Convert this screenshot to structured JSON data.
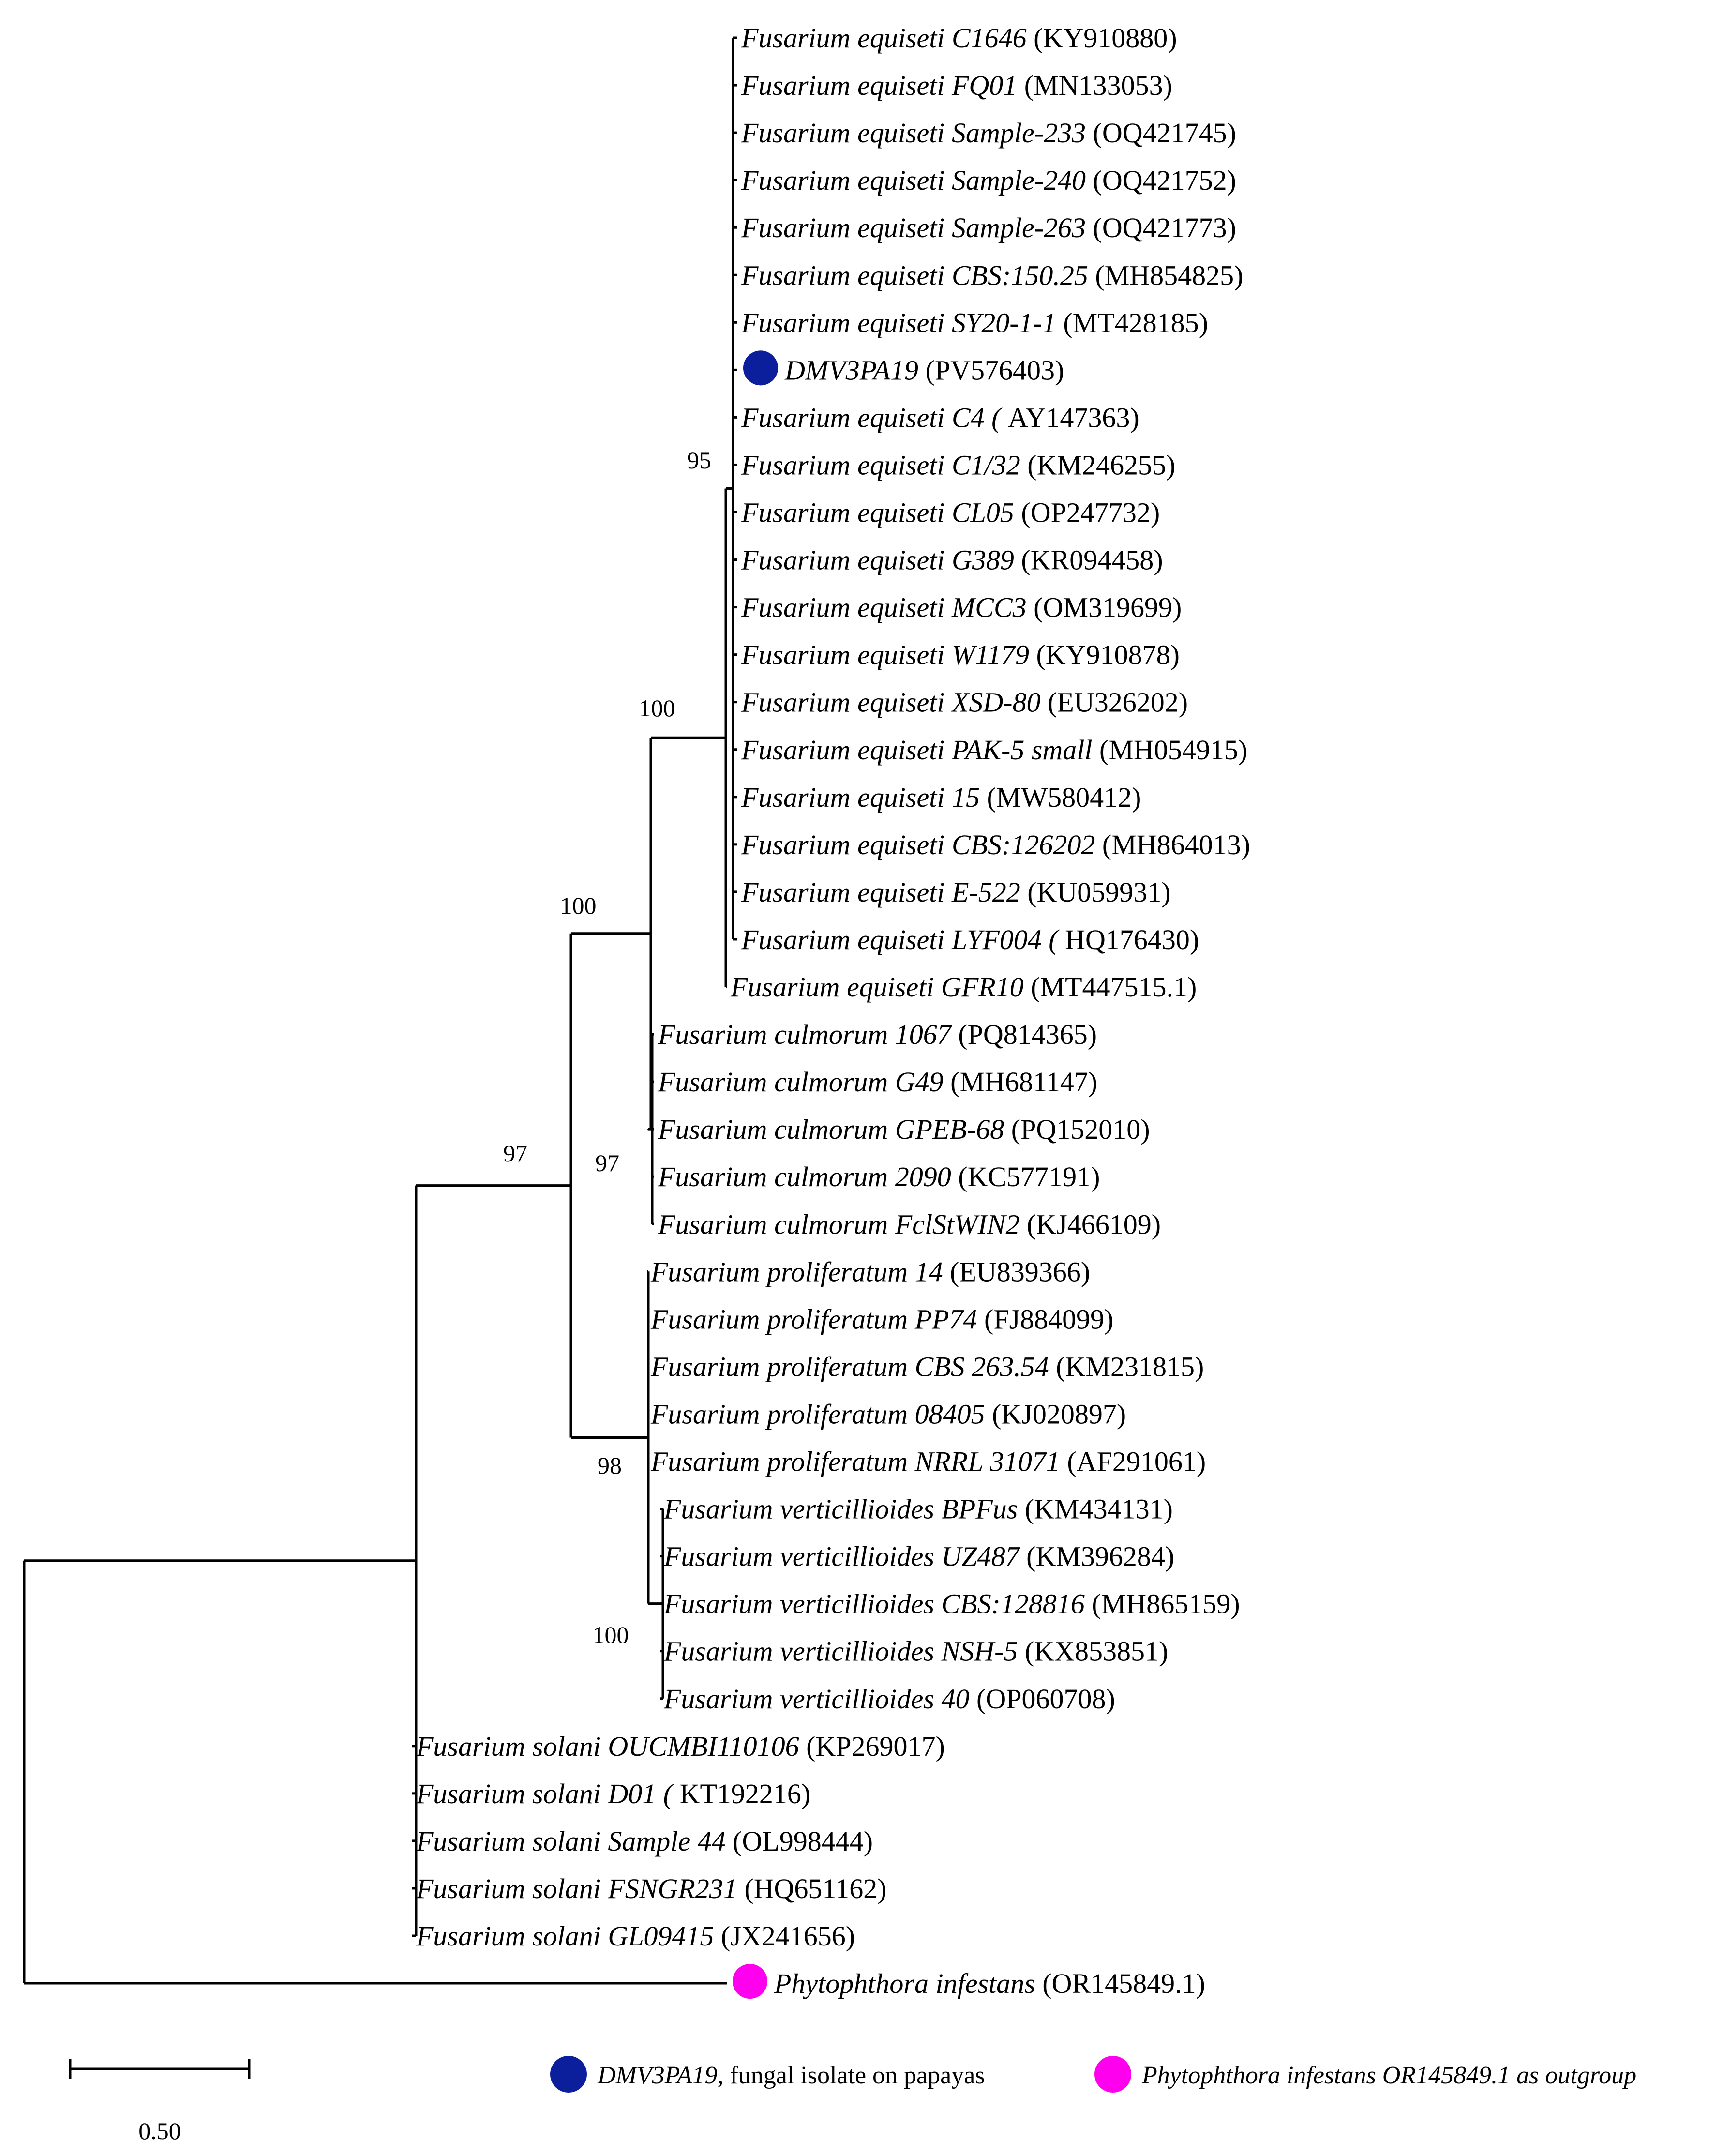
{
  "taxa": [
    {
      "id": "t0",
      "name": "Fusarium equiseti C1646",
      "acc": "(KY910880)"
    },
    {
      "id": "t1",
      "name": "Fusarium equiseti FQ01",
      "acc": "(MN133053)"
    },
    {
      "id": "t2",
      "name": "Fusarium equiseti Sample-233",
      "acc": "(OQ421745)"
    },
    {
      "id": "t3",
      "name": "Fusarium equiseti Sample-240",
      "acc": "(OQ421752)"
    },
    {
      "id": "t4",
      "name": "Fusarium equiseti Sample-263",
      "acc": "(OQ421773)"
    },
    {
      "id": "t5",
      "name": "Fusarium equiseti CBS:150.25",
      "acc": "(MH854825)"
    },
    {
      "id": "t6",
      "name": "Fusarium equiseti SY20-1-1",
      "acc": "(MT428185)"
    },
    {
      "id": "t7",
      "name": "DMV3PA19",
      "acc": "(PV576403)",
      "marker": "#0b1e9c",
      "color": "#1a2b9a"
    },
    {
      "id": "t8",
      "name": "Fusarium equiseti C4 (",
      "acc": "AY147363)"
    },
    {
      "id": "t9",
      "name": "Fusarium equiseti C1/32",
      "acc": "(KM246255)"
    },
    {
      "id": "t10",
      "name": "Fusarium equiseti CL05",
      "acc": "(OP247732)"
    },
    {
      "id": "t11",
      "name": "Fusarium equiseti G389",
      "acc": "(KR094458)"
    },
    {
      "id": "t12",
      "name": "Fusarium equiseti MCC3",
      "acc": "(OM319699)"
    },
    {
      "id": "t13",
      "name": "Fusarium equiseti W1179",
      "acc": "(KY910878)"
    },
    {
      "id": "t14",
      "name": "Fusarium equiseti XSD-80",
      "acc": "(EU326202)"
    },
    {
      "id": "t15",
      "name": "Fusarium equiseti PAK-5 small",
      "acc": "(MH054915)"
    },
    {
      "id": "t16",
      "name": "Fusarium equiseti 15",
      "acc": "(MW580412)"
    },
    {
      "id": "t17",
      "name": "Fusarium equiseti CBS:126202",
      "acc": "(MH864013)"
    },
    {
      "id": "t18",
      "name": "Fusarium equiseti E-522",
      "acc": "(KU059931)"
    },
    {
      "id": "t19",
      "name": "Fusarium equiseti LYF004 (",
      "acc": "HQ176430)"
    },
    {
      "id": "t20",
      "name": "Fusarium equiseti GFR10",
      "acc": "(MT447515.1)"
    },
    {
      "id": "t21",
      "name": "Fusarium culmorum 1067",
      "acc": "(PQ814365)"
    },
    {
      "id": "t22",
      "name": "Fusarium culmorum G49",
      "acc": "(MH681147)"
    },
    {
      "id": "t23",
      "name": "Fusarium culmorum GPEB-68",
      "acc": "(PQ152010)"
    },
    {
      "id": "t24",
      "name": "Fusarium culmorum 2090",
      "acc": "(KC577191)"
    },
    {
      "id": "t25",
      "name": "Fusarium culmorum FclStWIN2",
      "acc": "(KJ466109)"
    },
    {
      "id": "t26",
      "name": "Fusarium proliferatum 14",
      "acc": "(EU839366)"
    },
    {
      "id": "t27",
      "name": "Fusarium proliferatum PP74",
      "acc": "(FJ884099)"
    },
    {
      "id": "t28",
      "name": "Fusarium proliferatum CBS 263.54",
      "acc": "(KM231815)"
    },
    {
      "id": "t29",
      "name": "Fusarium proliferatum 08405",
      "acc": "(KJ020897)"
    },
    {
      "id": "t30",
      "name": "Fusarium proliferatum NRRL 31071",
      "acc": "(AF291061)"
    },
    {
      "id": "t31",
      "name": "Fusarium verticillioides BPFus",
      "acc": "(KM434131)"
    },
    {
      "id": "t32",
      "name": "Fusarium verticillioides UZ487",
      "acc": "(KM396284)"
    },
    {
      "id": "t33",
      "name": "Fusarium verticillioides CBS:128816",
      "acc": "(MH865159)"
    },
    {
      "id": "t34",
      "name": "Fusarium verticillioides NSH-5",
      "acc": "(KX853851)"
    },
    {
      "id": "t35",
      "name": "Fusarium verticillioides 40",
      "acc": "(OP060708)"
    },
    {
      "id": "t36",
      "name": "Fusarium solani OUCMBI110106",
      "acc": "(KP269017)"
    },
    {
      "id": "t37",
      "name": "Fusarium solani D01 (",
      "acc": "KT192216)"
    },
    {
      "id": "t38",
      "name": "Fusarium solani Sample 44",
      "acc": "(OL998444)"
    },
    {
      "id": "t39",
      "name": "Fusarium solani FSNGR231",
      "acc": "(HQ651162)"
    },
    {
      "id": "t40",
      "name": "Fusarium solani GL09415",
      "acc": "(JX241656)"
    },
    {
      "id": "t41",
      "name": "Phytophthora infestans",
      "acc": "(OR145849.1)",
      "marker": "#ff00ee"
    }
  ],
  "bootstrap": [
    "95",
    "100",
    "100",
    "97",
    "97",
    "98",
    "100"
  ],
  "scale_bar": {
    "value": 0.5,
    "label": "0.50"
  },
  "legend": [
    {
      "id": "leg-isolate",
      "marker": "#0b1e9c",
      "italic": "DMV3PA19",
      "plain": ", fungal isolate on papayas"
    },
    {
      "id": "leg-outgroup",
      "marker": "#ff00ee",
      "italic": "Phytophthora infestans OR145849.1 as outgroup",
      "plain": ""
    }
  ]
}
